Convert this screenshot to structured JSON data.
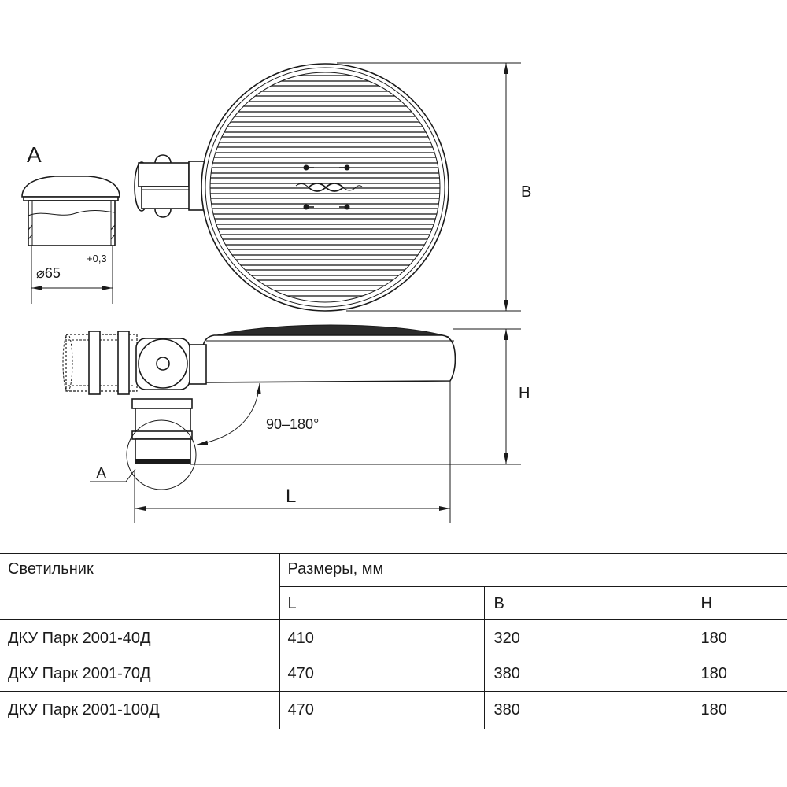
{
  "detail": {
    "label": "A",
    "diameter": "⌀65",
    "tolerance": "+0,3"
  },
  "top_view": {
    "dim_b": "B"
  },
  "side_view": {
    "dim_h": "H",
    "dim_l": "L",
    "angle": "90–180°",
    "detail_ref": "A"
  },
  "table": {
    "header_name": "Светильник",
    "header_dims": "Размеры, мм",
    "columns": [
      "L",
      "B",
      "H"
    ],
    "rows": [
      {
        "name": "ДКУ Парк 2001-40Д",
        "L": "410",
        "B": "320",
        "H": "180"
      },
      {
        "name": "ДКУ Парк 2001-70Д",
        "L": "470",
        "B": "380",
        "H": "180"
      },
      {
        "name": "ДКУ Парк 2001-100Д",
        "L": "470",
        "B": "380",
        "H": "180"
      }
    ]
  },
  "colors": {
    "stroke": "#1a1a1a",
    "dark_fill": "#2b2b2b",
    "background": "#ffffff"
  }
}
